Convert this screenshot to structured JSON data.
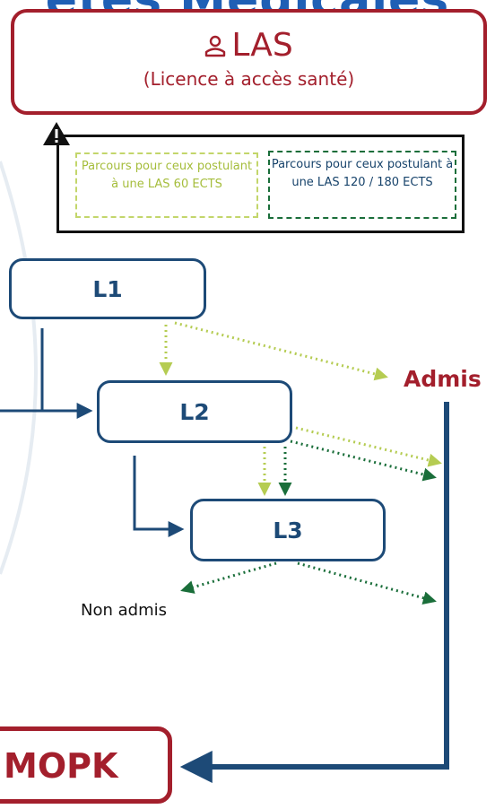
{
  "header": {
    "title_fragment": "étés Médicales"
  },
  "las": {
    "title": "LAS",
    "subtitle": "(Licence à accès santé)",
    "icon": "person-icon"
  },
  "legend": {
    "warning_icon": "warning-icon",
    "las60": "Parcours pour ceux postulant à une LAS 60 ECTS",
    "las120": "Parcours pour ceux postulant à une LAS 120 / 180 ECTS"
  },
  "nodes": {
    "l1": "L1",
    "l2": "L2",
    "l3": "L3"
  },
  "outcomes": {
    "admis": "Admis",
    "non_admis": "Non admis",
    "mopk": "MOPK"
  },
  "colors": {
    "red": "#a31f2c",
    "navy": "#1d4a77",
    "lightgreen": "#b5cc52",
    "darkgreen": "#1a6e3a",
    "title_blue": "#1f5fb5"
  }
}
